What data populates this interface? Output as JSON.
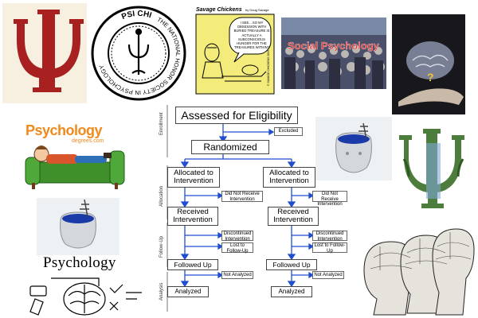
{
  "psichi_seal": {
    "top": "PSI CHI",
    "right": "THE NATIONAL HONOR SOCIETY IN PSYCHOLOGY"
  },
  "cartoon": {
    "title": "Savage Chickens",
    "author": "by Doug Savage",
    "speech": "I SEE... SO MY OBSESSION WITH BURIED TREASURE IS ACTUALLY A SUBCONSCIOUS HUNGER FOR THE TREASURES WITHIN?",
    "credit": "© SAVAGE CHICKENS 2009"
  },
  "social_caption": "Social Psychology",
  "couch_title": "Psychology",
  "couch_subtitle": "degrees.com",
  "psychology_label": "Psychology",
  "flowchart": {
    "phases": [
      "Enrollment",
      "Allocation",
      "Follow-Up",
      "Analysis"
    ],
    "assessed": "Assessed for Eligibility",
    "excluded": "Excluded",
    "randomized": "Randomized",
    "allocated": "Allocated to Intervention",
    "did_not_receive": "Did Not Receive Intervention",
    "received": "Received Intervention",
    "discontinued": "Discontinued Intervention",
    "lost": "Lost to Follow-Up",
    "followed": "Followed Up",
    "not_analyzed": "Not Analyzed",
    "analyzed": "Analyzed"
  },
  "colors": {
    "psi_red": "#a82020",
    "arrow_blue": "#1f4fd0",
    "couch_green": "#3f8f2b",
    "psych_orange": "#f08a1c",
    "social_red": "#e23a36"
  }
}
